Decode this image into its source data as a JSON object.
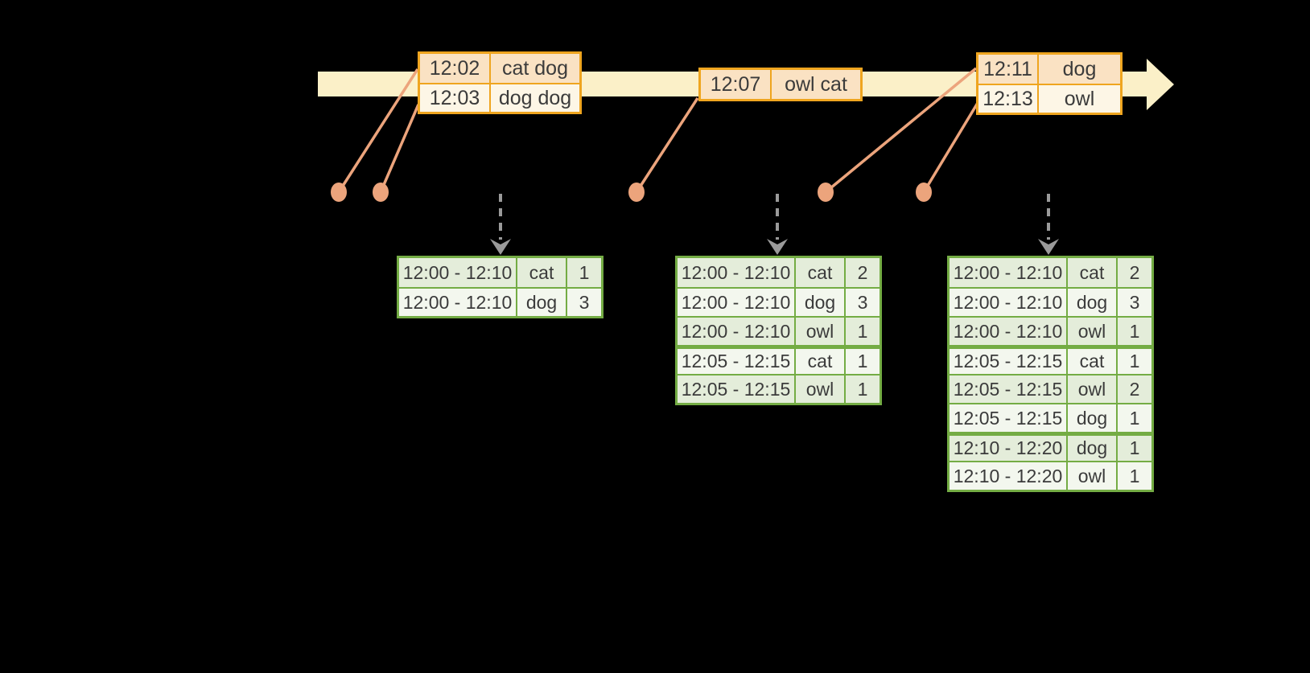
{
  "colors": {
    "background": "#000000",
    "timeline_fill": "#FBF0C8",
    "event_border": "#EFA51F",
    "event_row_odd": "#FAE2C3",
    "event_row_even": "#FDF6E6",
    "result_border": "#74AC44",
    "result_row_odd": "#E4EDDA",
    "result_row_even": "#F3F7EE",
    "connector": "#ECA47C",
    "emit_arrow": "#9A9A9A",
    "text": "#3B3B3B"
  },
  "timeline": {
    "event_tables": [
      {
        "rows": [
          {
            "time": "12:02",
            "words": "cat dog"
          },
          {
            "time": "12:03",
            "words": "dog dog"
          }
        ]
      },
      {
        "rows": [
          {
            "time": "12:07",
            "words": "owl cat"
          }
        ]
      },
      {
        "rows": [
          {
            "time": "12:11",
            "words": "dog"
          },
          {
            "time": "12:13",
            "words": "owl"
          }
        ]
      }
    ]
  },
  "result_tables": [
    {
      "rows": [
        {
          "window": "12:00 - 12:10",
          "word": "cat",
          "count": "1"
        },
        {
          "window": "12:00 - 12:10",
          "word": "dog",
          "count": "3"
        }
      ]
    },
    {
      "rows": [
        {
          "window": "12:00 - 12:10",
          "word": "cat",
          "count": "2"
        },
        {
          "window": "12:00 - 12:10",
          "word": "dog",
          "count": "3"
        },
        {
          "window": "12:00 - 12:10",
          "word": "owl",
          "count": "1"
        },
        {
          "window": "12:05 - 12:15",
          "word": "cat",
          "count": "1"
        },
        {
          "window": "12:05 - 12:15",
          "word": "owl",
          "count": "1"
        }
      ]
    },
    {
      "rows": [
        {
          "window": "12:00 - 12:10",
          "word": "cat",
          "count": "2"
        },
        {
          "window": "12:00 - 12:10",
          "word": "dog",
          "count": "3"
        },
        {
          "window": "12:00 - 12:10",
          "word": "owl",
          "count": "1"
        },
        {
          "window": "12:05 - 12:15",
          "word": "cat",
          "count": "1"
        },
        {
          "window": "12:05 - 12:15",
          "word": "owl",
          "count": "2"
        },
        {
          "window": "12:05 - 12:15",
          "word": "dog",
          "count": "1"
        },
        {
          "window": "12:10 - 12:20",
          "word": "dog",
          "count": "1"
        },
        {
          "window": "12:10 - 12:20",
          "word": "owl",
          "count": "1"
        }
      ]
    }
  ]
}
